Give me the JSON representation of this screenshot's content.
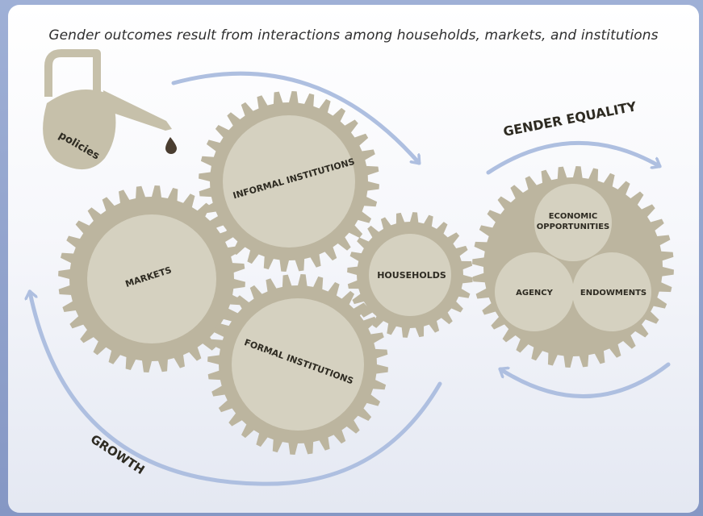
{
  "caption": "Gender outcomes result from interactions among households, markets, and institutions",
  "labels": {
    "policies": "policies",
    "informal_institutions": "INFORMAL INSTITUTIONS",
    "markets": "MARKETS",
    "households": "HOUSEHOLDS",
    "formal_institutions": "FORMAL INSTITUTIONS",
    "gender_equality": "GENDER EQUALITY",
    "economic": "ECONOMIC",
    "opportunities": "OPPORTUNITIES",
    "agency": "AGENCY",
    "endowments": "ENDOWMENTS",
    "growth": "GROWTH"
  },
  "colors": {
    "gear": "#bcb59f",
    "gear_inner": "#d5d1c0",
    "arrow": "#aebfe0",
    "can": "#c6c0aa",
    "drop": "#4a3d30"
  },
  "icons": {
    "oil_can": "oil-can-icon",
    "drop": "oil-drop-icon"
  }
}
